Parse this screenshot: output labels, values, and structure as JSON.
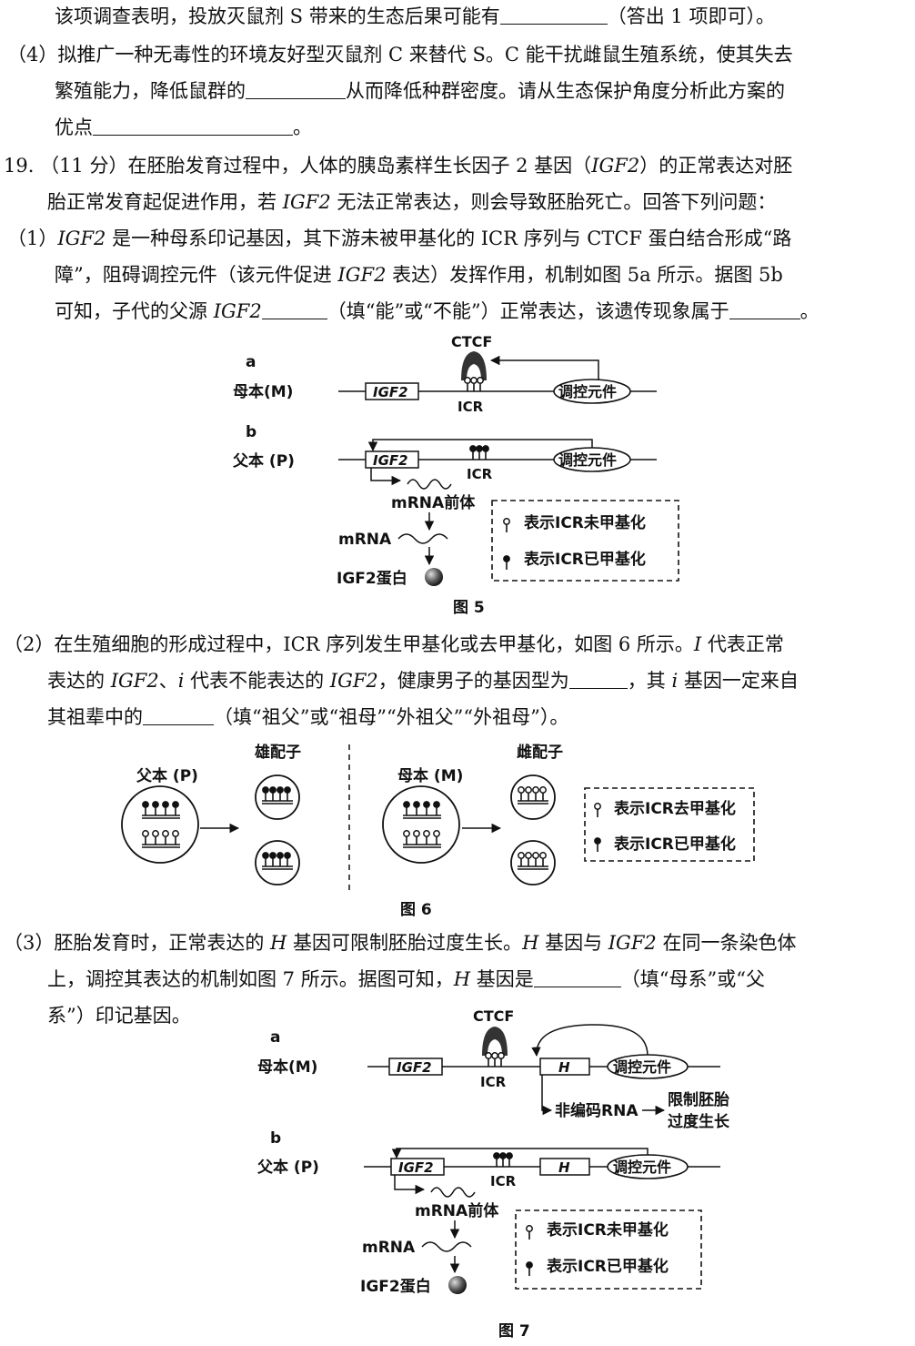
{
  "q18": {
    "line1a": "该项调查表明，投放灭鼠剂 S 带来的生态后果可能有",
    "line1b": "（答出 1 项即可）。",
    "p4_line1": "（4）拟推广一种无毒性的环境友好型灭鼠剂 C 来替代 S。C 能干扰雌鼠生殖系统，使其失去",
    "p4_line2a": "繁殖能力，降低鼠群的",
    "p4_line2b": "从而降低种群密度。请从生态保护角度分析此方案的",
    "p4_line3a": "优点",
    "p4_line3b": "。"
  },
  "q19": {
    "head1": "19. （11 分）在胚胎发育过程中，人体的胰岛素样生长因子 2 基因（",
    "head1_gene": "IGF2",
    "head1b": "）的正常表达对胚",
    "head2a": "胎正常发育起促进作用，若 ",
    "head2_gene": "IGF2",
    "head2b": " 无法正常表达，则会导致胚胎死亡。回答下列问题：",
    "p1_l1a": "（1）",
    "p1_l1_gene": "IGF2",
    "p1_l1b": " 是一种母系印记基因，其下游未被甲基化的 ICR 序列与 CTCF 蛋白结合形成“路",
    "p1_l2a": "障”，阻碍调控元件（该元件促进 ",
    "p1_l2_gene": "IGF2",
    "p1_l2b": " 表达）发挥作用，机制如图 5a 所示。据图 5b",
    "p1_l3a": "可知，子代的父源 ",
    "p1_l3_gene": "IGF2",
    "p1_l3b": "（填“能”或“不能”）正常表达，该遗传现象属于",
    "p1_l3c": "。",
    "p2_l1a": "（2）在生殖细胞的形成过程中，ICR 序列发生甲基化或去甲基化，如图 6 所示。",
    "p2_l1_I": "I",
    "p2_l1b": " 代表正常",
    "p2_l2a": "表达的 ",
    "p2_l2_gene": "IGF2",
    "p2_l2b": "、",
    "p2_l2_i": "i",
    "p2_l2c": " 代表不能表达的 ",
    "p2_l2_gene2": "IGF2",
    "p2_l2d": "，健康男子的基因型为",
    "p2_l2e": "，其 ",
    "p2_l2_i2": "i",
    "p2_l2f": " 基因一定来自",
    "p2_l3a": "其祖辈中的",
    "p2_l3b": "（填“祖父”或“祖母”“外祖父”“外祖母”）。",
    "p3_l1a": "（3）胚胎发育时，正常表达的 ",
    "p3_l1_H": "H",
    "p3_l1b": " 基因可限制胚胎过度生长。",
    "p3_l1_H2": "H",
    "p3_l1c": " 基因与 ",
    "p3_l1_gene": "IGF2",
    "p3_l1d": " 在同一条染色体",
    "p3_l2a": "上，调控其表达的机制如图 7 所示。据图可知，",
    "p3_l2_H": "H",
    "p3_l2b": " 基因是",
    "p3_l2c": "（填“母系”或“父",
    "p3_l3": "系”）印记基因。"
  },
  "fig5": {
    "label_a": "a",
    "label_b": "b",
    "maternal": "母本(M)",
    "paternal": "父本 (P)",
    "ctcf": "CTCF",
    "gene": "IGF2",
    "icr": "ICR",
    "element": "调控元件",
    "pre_mrna": "mRNA前体",
    "mrna": "mRNA",
    "protein": "IGF2蛋白",
    "legend_unmethylated": "表示ICR未甲基化",
    "legend_methylated": "表示ICR已甲基化",
    "caption": "图 5"
  },
  "fig6": {
    "paternal": "父本 (P)",
    "maternal": "母本 (M)",
    "male_gamete": "雄配子",
    "female_gamete": "雌配子",
    "legend_demethylated": "表示ICR去甲基化",
    "legend_methylated": "表示ICR已甲基化",
    "caption": "图 6"
  },
  "fig7": {
    "label_a": "a",
    "label_b": "b",
    "maternal": "母本(M)",
    "paternal": "父本 (P)",
    "ctcf": "CTCF",
    "gene": "IGF2",
    "gene_h": "H",
    "icr": "ICR",
    "element": "调控元件",
    "ncrna": "非编码RNA",
    "limit1": "限制胚胎",
    "limit2": "过度生长",
    "pre_mrna": "mRNA前体",
    "mrna": "mRNA",
    "protein": "IGF2蛋白",
    "legend_unmethylated": "表示ICR未甲基化",
    "legend_methylated": "表示ICR已甲基化",
    "caption": "图 7"
  }
}
